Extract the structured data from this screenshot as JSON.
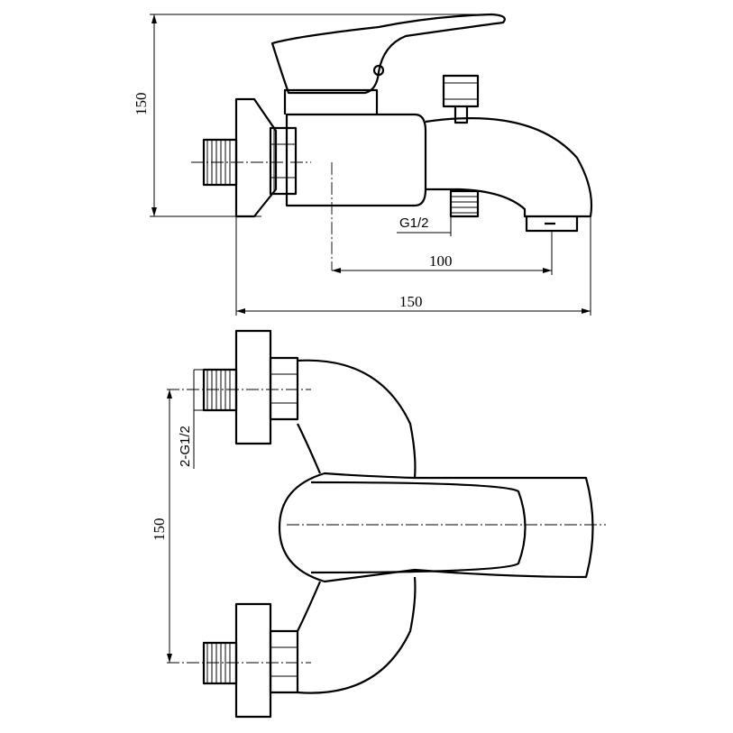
{
  "side_view": {
    "height_dim": "150",
    "thread_label": "G1/2",
    "spout_dim": "100",
    "depth_dim": "150"
  },
  "plan_view": {
    "inlet_label": "2-G1/2",
    "inlet_spacing_dim": "150"
  }
}
